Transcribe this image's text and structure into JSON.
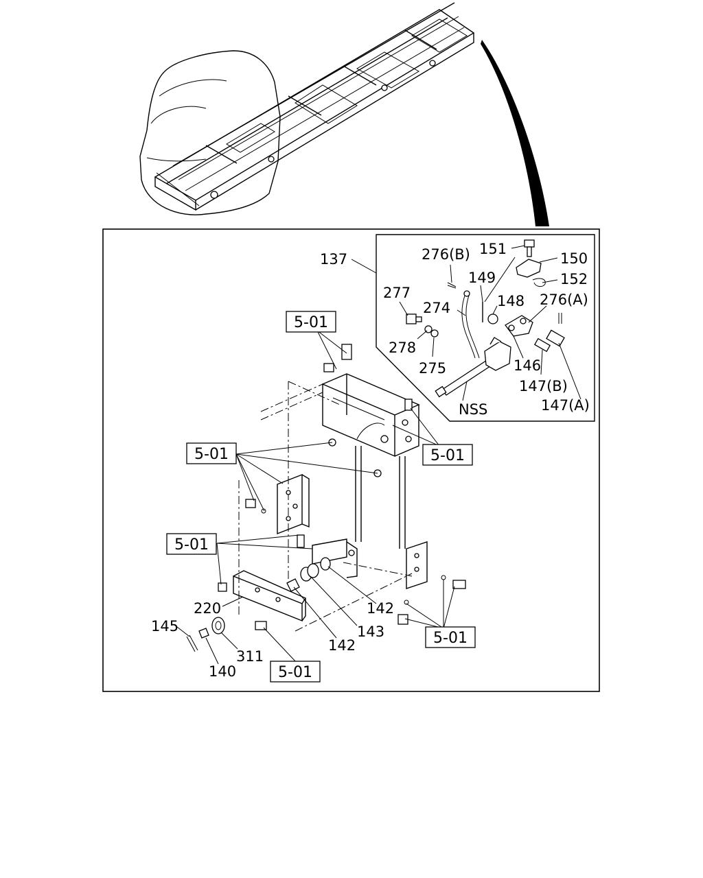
{
  "reference_label": "5-01",
  "callouts": {
    "c137": "137",
    "c151": "151",
    "c150": "150",
    "c276b": "276(B)",
    "c149": "149",
    "c152": "152",
    "c277": "277",
    "c274": "274",
    "c148": "148",
    "c276a": "276(A)",
    "c278": "278",
    "c275": "275",
    "c146": "146",
    "c147b": "147(B)",
    "c147a": "147(A)",
    "cnss": "NSS",
    "c220": "220",
    "c145": "145",
    "c140": "140",
    "c311": "311",
    "c142a": "142",
    "c142b": "142",
    "c143": "143"
  }
}
